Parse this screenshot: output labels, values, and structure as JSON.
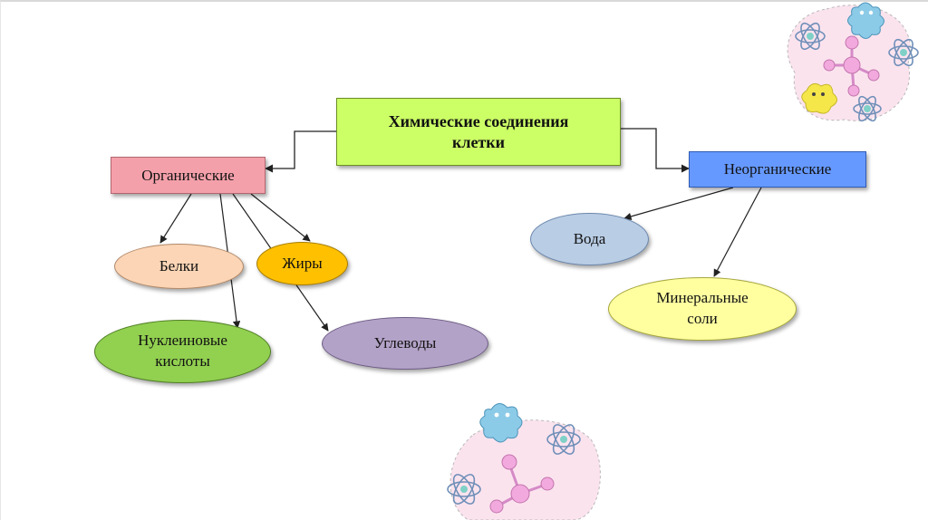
{
  "diagram": {
    "root": {
      "line1": "Химические соединения",
      "line2": "клетки"
    },
    "organic": {
      "label": "Органические"
    },
    "inorganic": {
      "label": "Неорганические"
    },
    "organic_children": {
      "proteins": "Белки",
      "fats": "Жиры",
      "nucleic_line1": "Нуклеиновые",
      "nucleic_line2": "кислоты",
      "carbs": "Углеводы"
    },
    "inorganic_children": {
      "water": "Вода",
      "mineral_line1": "Минеральные",
      "mineral_line2": "соли"
    }
  },
  "colors": {
    "root": "#ccff66",
    "organic": "#f4a0aa",
    "inorganic": "#6699ff",
    "proteins": "#fbd5b5",
    "fats": "#ffc000",
    "nucleic": "#92d050",
    "carbs": "#b3a2c7",
    "water": "#b9cde5",
    "mineral": "#ffffa0"
  },
  "decorations": [
    "molecule-cluster-top-right",
    "molecule-cluster-bottom-center"
  ]
}
